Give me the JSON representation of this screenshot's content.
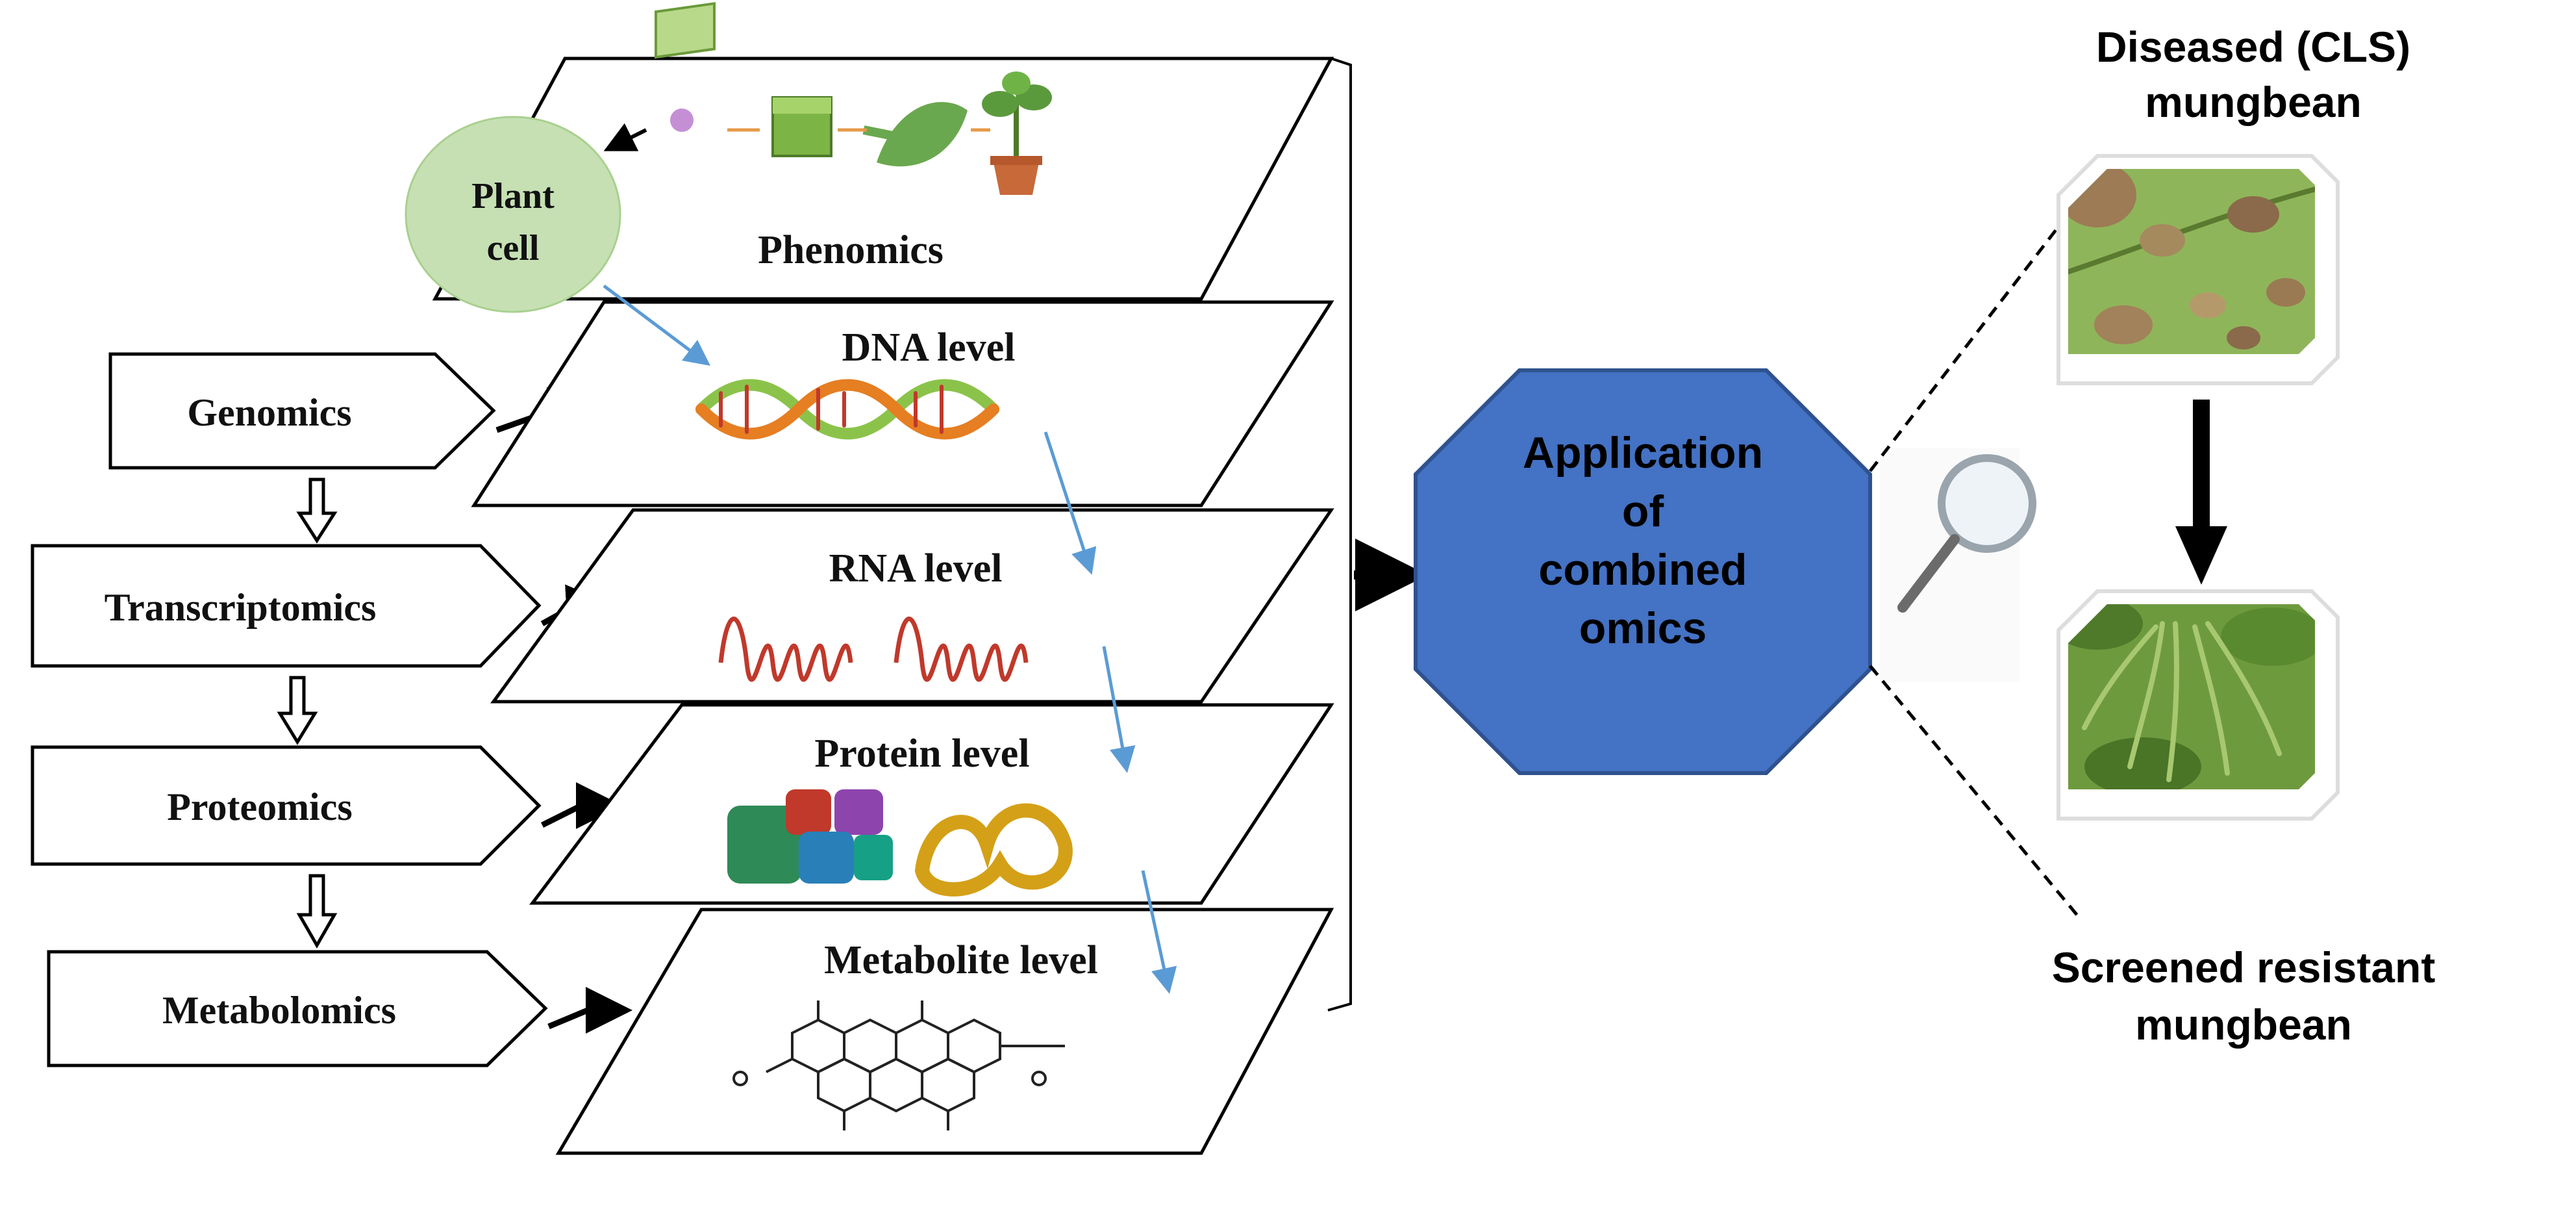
{
  "omics_boxes": [
    {
      "id": "genomics",
      "label": "Genomics"
    },
    {
      "id": "transcriptomics",
      "label": "Transcriptomics"
    },
    {
      "id": "proteomics",
      "label": "Proteomics"
    },
    {
      "id": "metabolomics",
      "label": "Metabolomics"
    }
  ],
  "levels": {
    "phenomics": "Phenomics",
    "dna": "DNA level",
    "rna": "RNA level",
    "protein": "Protein level",
    "metabolite": "Metabolite level"
  },
  "plant_cell": {
    "line1": "Plant",
    "line2": "cell"
  },
  "application": {
    "line1": "Application",
    "line2": "of",
    "line3": "combined",
    "line4": "omics"
  },
  "photos": {
    "diseased_line1": "Diseased (CLS)",
    "diseased_line2": "mungbean",
    "resistant_line1": "Screened resistant",
    "resistant_line2": "mungbean"
  },
  "colors": {
    "octagon_fill": "#4472c4",
    "plant_cell_fill": "#c6e0b4",
    "blue_arrow": "#5b9bd5",
    "leaf_green": "#7fa84a",
    "lesion_brown": "#8a6a4a",
    "rna_red": "#c0392b"
  },
  "icons": {
    "magnifier": "magnifier-icon",
    "dna": "dna-helix-icon",
    "rna": "rna-strand-icon",
    "protein": "protein-structures-icon",
    "metabolite": "chemical-structure-icon",
    "plant": "plant-stages-icon"
  }
}
